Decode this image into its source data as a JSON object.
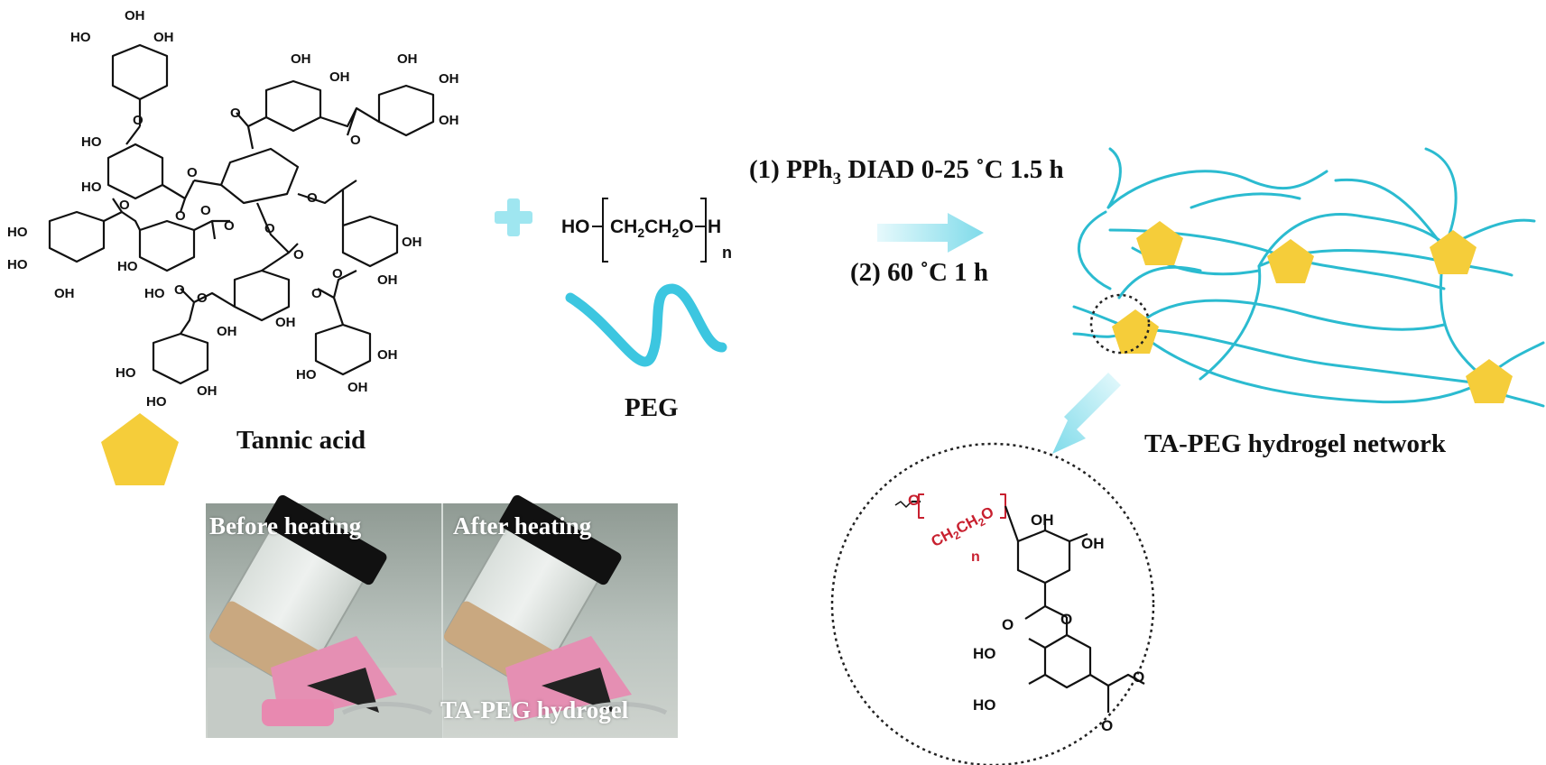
{
  "tannic_acid": {
    "label": "Tannic acid",
    "hydroxyl": "OH",
    "hydroxyl_left": "HO",
    "ether_o": "O",
    "carbonyl_o": "O"
  },
  "peg": {
    "label": "PEG",
    "formula_left": "HO",
    "formula_mid": "CH",
    "formula_mid_sub": "2",
    "formula_mid2": "CH",
    "formula_mid2_sub": "2",
    "formula_mid3": "O",
    "formula_right": "H",
    "repeat_n": "n"
  },
  "reaction": {
    "step1_prefix": "(1) PPh",
    "step1_sub": "3",
    "step1_suffix": " DIAD 0-25 ˚C 1.5 h",
    "step2": "(2) 60 ˚C 1 h"
  },
  "network": {
    "label": "TA-PEG hydrogel network"
  },
  "zoom": {
    "linker_o": "O",
    "linker_ch": "CH",
    "linker_sub1": "2",
    "linker_ch2": "CH",
    "linker_sub2": "2",
    "linker_o2": "O",
    "linker_n": "n",
    "hydroxyl": "OH",
    "hydroxyl_left": "HO",
    "carbonyl_o": "O"
  },
  "photos": {
    "before_label": "Before heating",
    "after_label": "After heating",
    "gel_label": "TA-PEG hydrogel"
  },
  "colors": {
    "pentagon": "#f5cd3a",
    "peg_chain": "#3cc6e0",
    "network_chain": "#2bbbd0",
    "arrow": "#a8e8f2",
    "linker_red": "#c8202f",
    "plus": "#9fe6f0"
  }
}
